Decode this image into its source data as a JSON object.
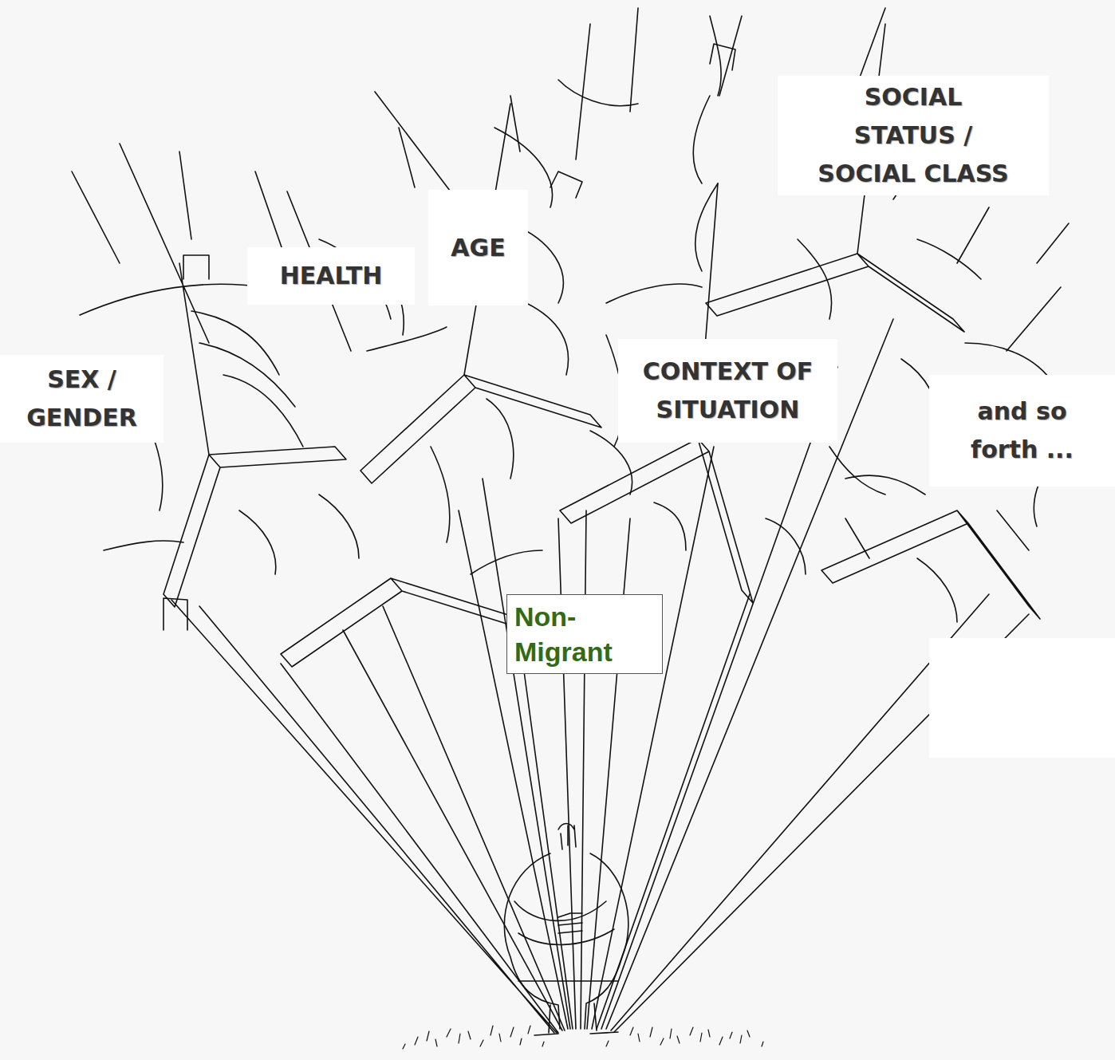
{
  "diagram": {
    "nodes": [
      {
        "text": [
          "SEX / GENDER"
        ]
      },
      {
        "text": [
          "HEALTH"
        ]
      },
      {
        "text": [
          "AGE"
        ]
      },
      {
        "text": [
          "CONTEXT OF SITUATION"
        ]
      },
      {
        "text": [
          "SOCIAL STATUS / SOCIAL CLASS"
        ]
      },
      {
        "text": [
          "and so forth ..."
        ]
      },
      {
        "text": [
          "Non-Migrant"
        ]
      }
    ]
  }
}
